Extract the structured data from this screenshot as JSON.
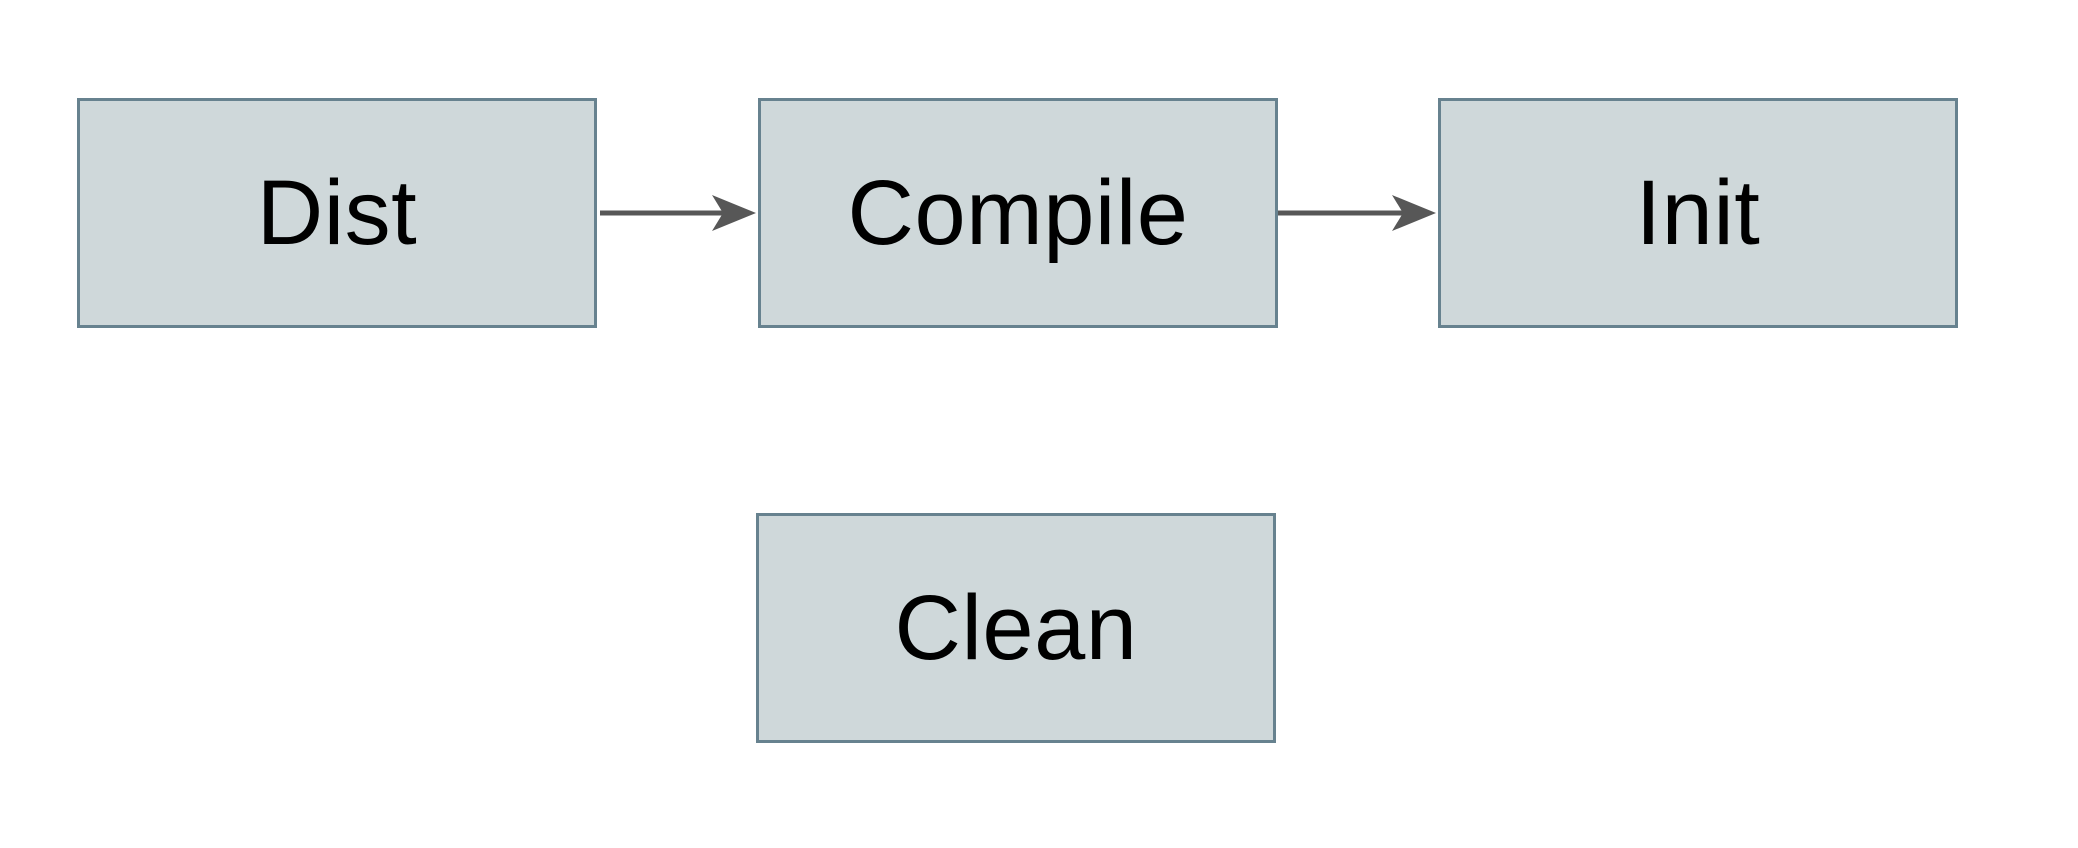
{
  "diagram": {
    "type": "flowchart",
    "nodes": [
      {
        "id": "dist",
        "label": "Dist"
      },
      {
        "id": "compile",
        "label": "Compile"
      },
      {
        "id": "init",
        "label": "Init"
      },
      {
        "id": "clean",
        "label": "Clean"
      }
    ],
    "edges": [
      {
        "from": "dist",
        "to": "compile",
        "direction": "right",
        "style": "solid-arrow"
      },
      {
        "from": "compile",
        "to": "init",
        "direction": "right",
        "style": "solid-arrow"
      }
    ],
    "colors": {
      "background": "#ffffff",
      "node_fill": "#cfd8da",
      "node_border": "#67828f",
      "node_text": "#000000",
      "arrow": "#575757"
    }
  }
}
